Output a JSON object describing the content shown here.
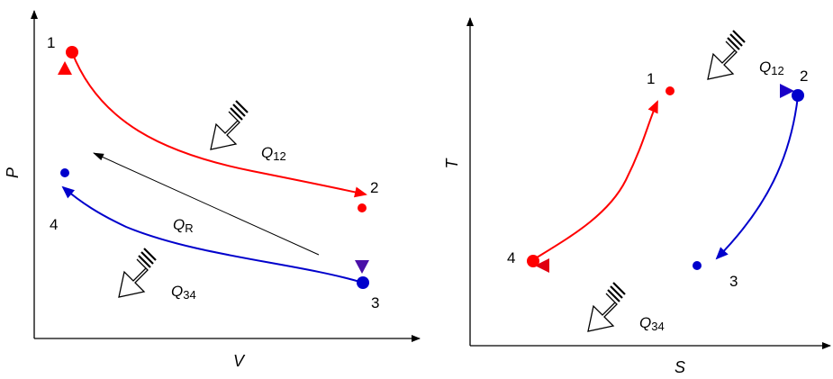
{
  "left_diagram": {
    "x_axis_label": "V",
    "y_axis_label": "P",
    "points": [
      "1",
      "2",
      "3",
      "4"
    ],
    "heat_12": {
      "symbol": "Q",
      "subscript": "12"
    },
    "heat_34": {
      "symbol": "Q",
      "subscript": "34"
    },
    "heat_R": {
      "symbol": "Q",
      "subscript": "R"
    }
  },
  "right_diagram": {
    "x_axis_label": "S",
    "y_axis_label": "T",
    "points": [
      "1",
      "2",
      "3",
      "4"
    ],
    "heat_12": {
      "symbol": "Q",
      "subscript": "12"
    },
    "heat_34": {
      "symbol": "Q",
      "subscript": "34"
    }
  },
  "colors": {
    "hot": "#ff0000",
    "cold": "#0000cc",
    "axis": "#000000"
  }
}
